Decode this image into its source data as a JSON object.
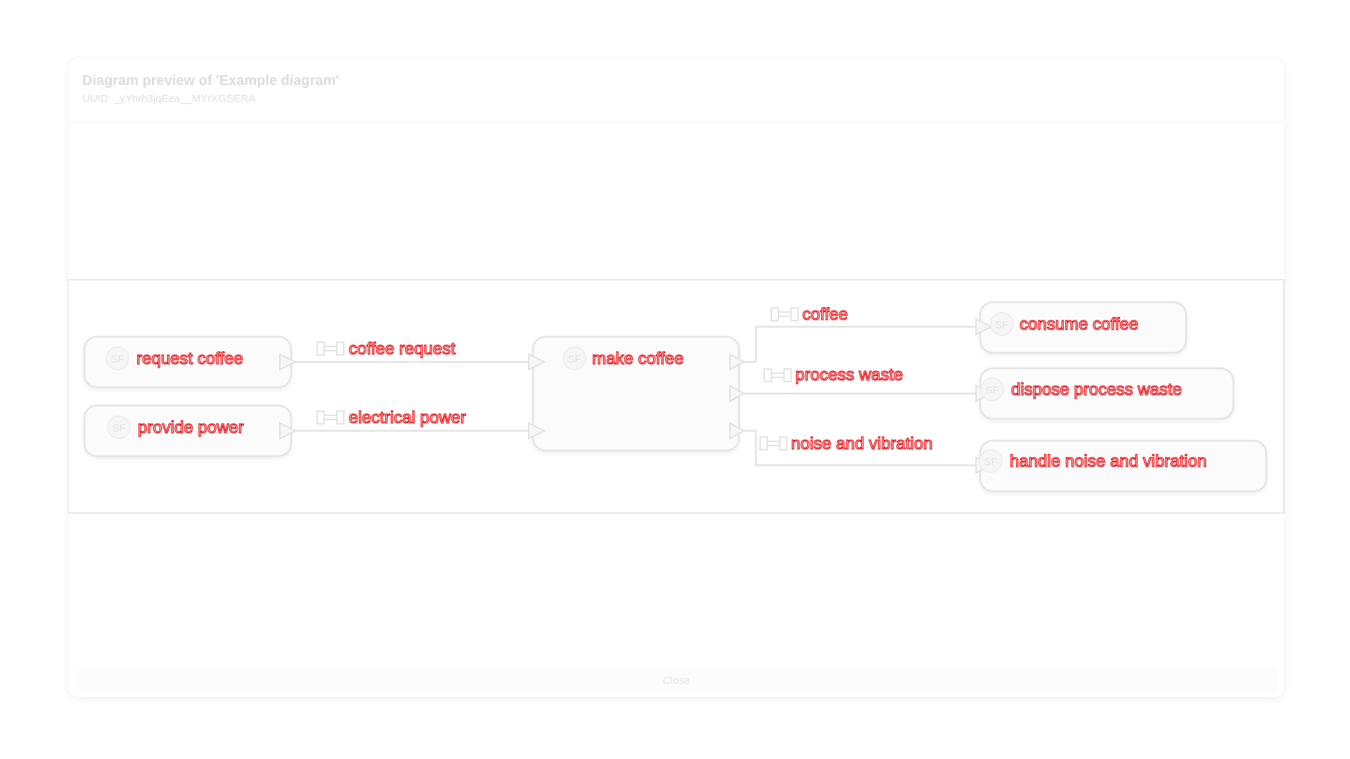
{
  "dialog": {
    "title": "Diagram preview of 'Example diagram'",
    "subtitle": "UUID: _yYhrh3jqEea__MYrXGSERA",
    "close_label": "Close"
  },
  "diagram": {
    "badge_text": "SF",
    "functions": [
      {
        "id": "request-coffee",
        "label": "request coffee"
      },
      {
        "id": "provide-power",
        "label": "provide power"
      },
      {
        "id": "make-coffee",
        "label": "make coffee"
      },
      {
        "id": "consume-coffee",
        "label": "consume coffee"
      },
      {
        "id": "dispose-process-waste",
        "label": "dispose process waste"
      },
      {
        "id": "handle-noise-and-vibration",
        "label": "handle noise and vibration"
      }
    ],
    "exchanges": [
      {
        "id": "coffee-request",
        "label": "coffee request"
      },
      {
        "id": "electrical-power",
        "label": "electrical power"
      },
      {
        "id": "coffee",
        "label": "coffee"
      },
      {
        "id": "process-waste",
        "label": "process waste"
      },
      {
        "id": "noise-and-vibration",
        "label": "noise and vibration"
      }
    ],
    "colors": {
      "label_outline": "#e8141b",
      "box_border": "#e4e4e4",
      "edge": "#e2e2e2"
    }
  }
}
